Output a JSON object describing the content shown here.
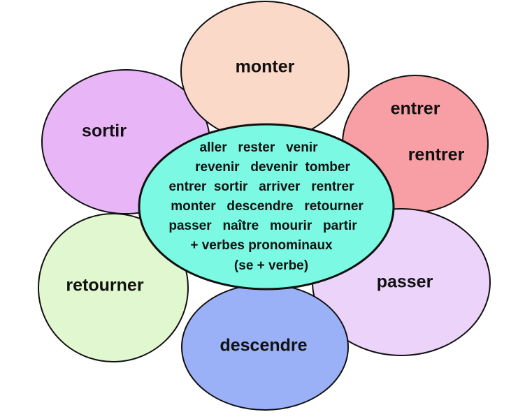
{
  "petals": {
    "monter": {
      "label": "monter",
      "color": "#fbd9c9"
    },
    "entrer": {
      "label_1": "entrer",
      "label_2": "rentrer",
      "color": "#f79fa4"
    },
    "passer": {
      "label": "passer",
      "color": "#ecd3fa"
    },
    "descendre": {
      "label": "descendre",
      "color": "#9bb1f7"
    },
    "retourner": {
      "label": "retourner",
      "color": "#e0f7cf"
    },
    "sortir": {
      "label": "sortir",
      "color": "#e8b6f7"
    }
  },
  "center": {
    "color": "#7cf9e3",
    "lines": [
      "aller   rester   venir",
      "revenir   devenir  tomber",
      "entrer  sortir   arriver   rentrer",
      "monter   descendre   retourner",
      "passer   naître   mourir   partir",
      "+ verbes pronominaux",
      "(se + verbe)"
    ]
  }
}
